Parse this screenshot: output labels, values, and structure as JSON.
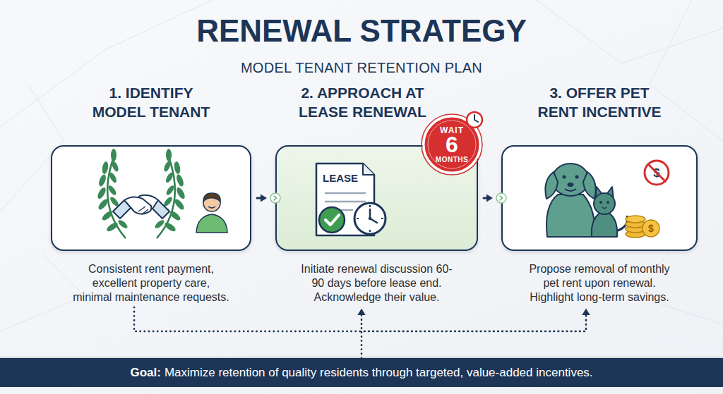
{
  "diagram": {
    "title": "RENEWAL STRATEGY",
    "nodes": [
      {
        "text": [
          "1. IDENTIFY MODEL TENANT",
          "Consistent rent payment, excellent property care, minimal maintenance requests."
        ]
      },
      {
        "text": [
          "2. APPROACH AT LEASE RENEWAL",
          "Initiate renewal discussion 60-90 days before lease end. Acknowledge their value."
        ]
      },
      {
        "text": [
          "WAIT",
          "6",
          "MONTHS"
        ]
      },
      {
        "text": [
          "3. OFFER PET RENT INCENTIVE",
          "Propose removal of monthly pet rent upon renewal. Highlight long-term savings."
        ]
      },
      {
        "text": [
          "Goal:",
          "Maximize retention of quality residents through targeted, value-added incentives."
        ]
      }
    ],
    "edges": [
      {
        "from": 0,
        "to": 1,
        "arrow": "to"
      },
      {
        "from": 1,
        "to": 3,
        "arrow": "to"
      },
      {
        "from": 0,
        "to": 1,
        "arrow": "to"
      },
      {
        "from": 0,
        "to": 3,
        "arrow": "to"
      },
      {
        "from": 4,
        "to": 1,
        "arrow": "to"
      },
      {
        "from": 4,
        "to": 3,
        "arrow": "to"
      }
    ],
    "labels": [
      "MODEL TENANT RETENTION PLAN",
      "LEASE",
      "$",
      "$"
    ]
  }
}
